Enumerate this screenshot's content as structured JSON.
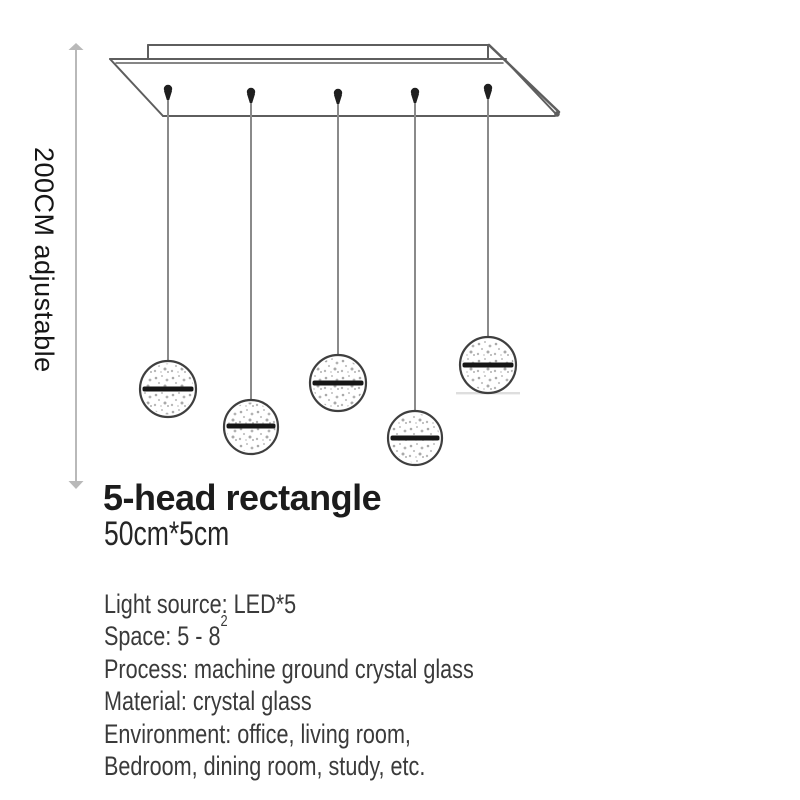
{
  "page": {
    "background": "#ffffff"
  },
  "dimension": {
    "label": "200CM adjustable"
  },
  "product": {
    "title": "5-head rectangle",
    "size": "50cm*5cm"
  },
  "specs": {
    "light_source": "Light source: LED*5",
    "space_base": "Space: 5 - 8",
    "space_exponent": "2",
    "process": "Process: machine ground crystal glass",
    "material": "Material: crystal glass",
    "environment_line1": "Environment: office, living room,",
    "environment_line2": "Bedroom, dining room, study, etc."
  },
  "colors": {
    "dimension": "#b9b9b9",
    "fixture": "#5e5e5e",
    "cord": "#8a8a8a",
    "connector": "#1f1f1f",
    "ball_outline": "#3f3f3f",
    "band": "#161616",
    "shadow": "#dedede",
    "title_text": "#1c1c1c",
    "spec_text": "#3a3a3a"
  }
}
